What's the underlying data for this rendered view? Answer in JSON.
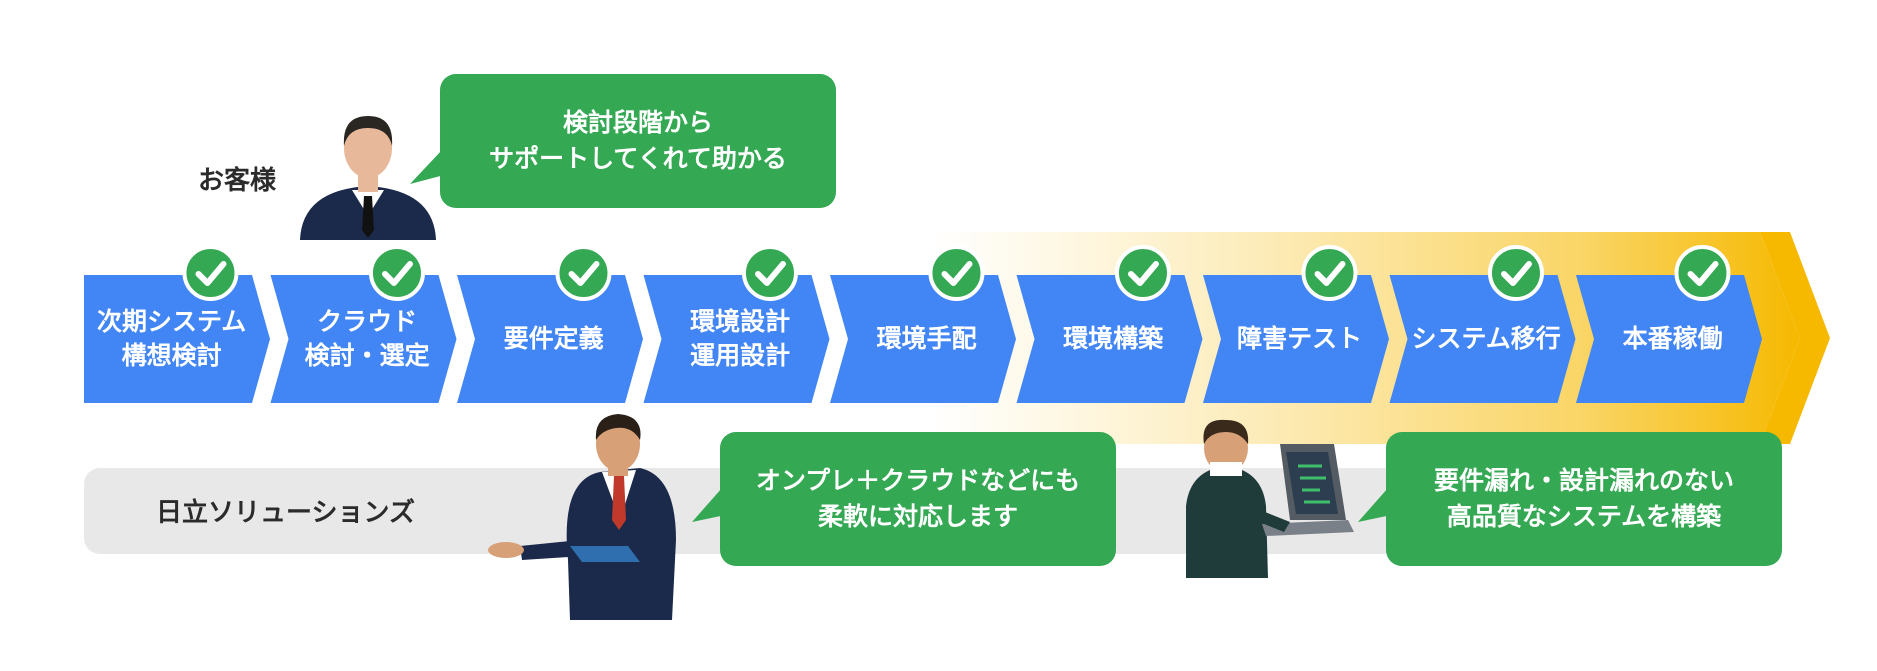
{
  "customer": {
    "label": "お客様",
    "bubble": [
      "検討段階から",
      "サポートしてくれて助かる"
    ]
  },
  "steps": [
    {
      "lines": [
        "次期システム",
        "構想検討"
      ],
      "checked": true
    },
    {
      "lines": [
        "クラウド",
        "検討・選定"
      ],
      "checked": true
    },
    {
      "lines": [
        "要件定義"
      ],
      "checked": true
    },
    {
      "lines": [
        "環境設計",
        "運用設計"
      ],
      "checked": true
    },
    {
      "lines": [
        "環境手配"
      ],
      "checked": true
    },
    {
      "lines": [
        "環境構築"
      ],
      "checked": true
    },
    {
      "lines": [
        "障害テスト"
      ],
      "checked": true
    },
    {
      "lines": [
        "システム移行"
      ],
      "checked": true
    },
    {
      "lines": [
        "本番稼働"
      ],
      "checked": true
    }
  ],
  "vendor": {
    "label": "日立ソリューションズ",
    "bubble_left": [
      "オンプレ＋クラウドなどにも",
      "柔軟に対応します"
    ],
    "bubble_right": [
      "要件漏れ・設計漏れのない",
      "高品質なシステムを構築"
    ]
  },
  "colors": {
    "step_blue": "#4285f4",
    "check_green": "#34a853",
    "bubble_green": "#34a853",
    "highlight_gold": "#f6b900",
    "vendor_bar": "#e8e8e8",
    "suit_navy": "#1b2a4a",
    "skin": "#e8b89a"
  }
}
